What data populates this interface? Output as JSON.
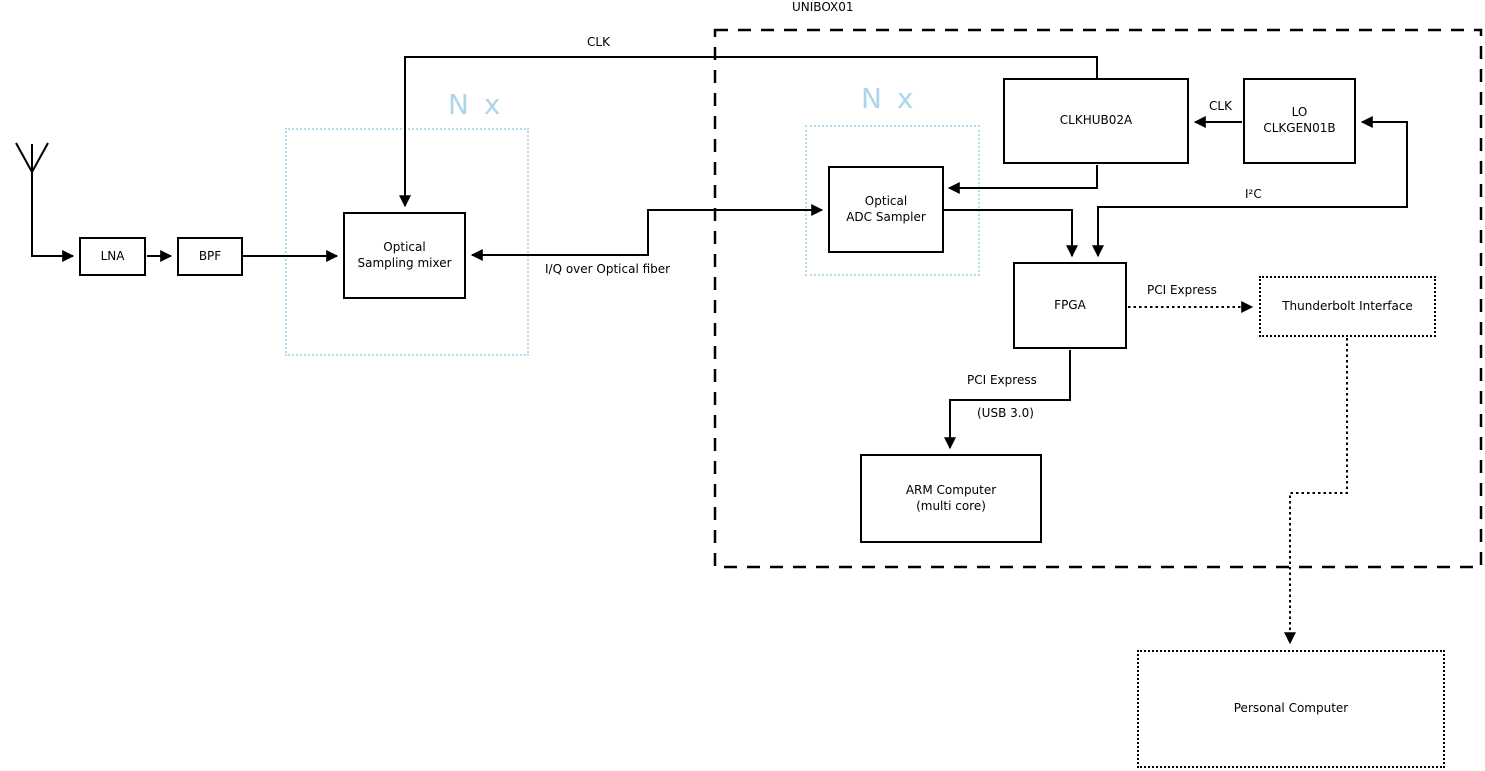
{
  "diagram_title": "UNIBOX01",
  "blocks": {
    "lna": {
      "label": "LNA"
    },
    "bpf": {
      "label": "BPF"
    },
    "mixer": {
      "line1": "Optical",
      "line2": "Sampling mixer"
    },
    "adc": {
      "line1": "Optical",
      "line2": "ADC Sampler"
    },
    "clkhub": {
      "label": "CLKHUB02A"
    },
    "lo": {
      "line1": "LO",
      "line2": "CLKGEN01B"
    },
    "fpga": {
      "label": "FPGA"
    },
    "thunderbolt": {
      "label": "Thunderbolt Interface"
    },
    "arm": {
      "line1": "ARM Computer",
      "line2": "(multi core)"
    },
    "pc": {
      "label": "Personal Computer"
    }
  },
  "groups": {
    "unibox": {
      "label": "UNIBOX01"
    },
    "nx_left": {
      "label": "N x"
    },
    "nx_right": {
      "label": "N x"
    }
  },
  "connections": {
    "clk_top": {
      "label": "CLK"
    },
    "clk_lo": {
      "label": "CLK"
    },
    "i2c": {
      "label": "I²C"
    },
    "iq_fiber": {
      "label": "I/Q over Optical fiber"
    },
    "pcie_thunderbolt": {
      "label": "PCI Express"
    },
    "pcie_arm": {
      "label": "PCI Express"
    },
    "usb": {
      "label": "(USB 3.0)"
    }
  },
  "icons": [
    "antenna-icon"
  ],
  "colors": {
    "accent_blue_text": "#aed6e8",
    "accent_blue_border": "#b5dae9",
    "line": "#000000",
    "background": "#ffffff"
  }
}
